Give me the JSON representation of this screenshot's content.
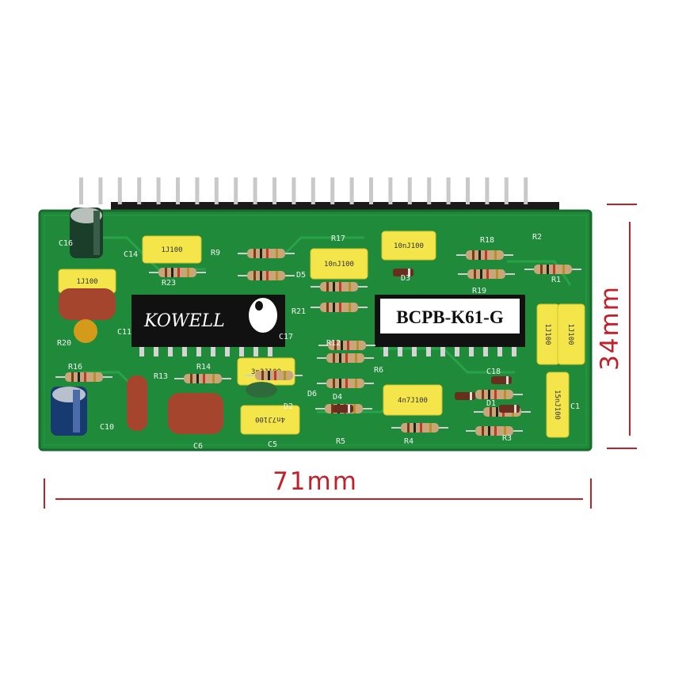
{
  "board": {
    "model_label": "BCPB-K61-G",
    "brand_label": "KOWELL",
    "board_color": "#1f8a3a",
    "silkscreen": [
      "R1",
      "R2",
      "R3",
      "R4",
      "R5",
      "R6",
      "R9",
      "R12",
      "R13",
      "R14",
      "R16",
      "R17",
      "R18",
      "R19",
      "R20",
      "R21",
      "R23",
      "C1",
      "C5",
      "C6",
      "C10",
      "C11",
      "C14",
      "C16",
      "C17",
      "C18",
      "D1",
      "D2",
      "D3",
      "D4",
      "D5",
      "D6"
    ],
    "capacitor_labels": [
      "1J100",
      "1J100",
      "10nJ100",
      "10nJ100",
      "3n3J100",
      "4n7J100",
      "4n7J100",
      "1J100",
      "1J100",
      "15nJ100"
    ]
  },
  "dimensions": {
    "width_label": "71mm",
    "height_label": "34mm",
    "line_color": "#c0202a"
  }
}
